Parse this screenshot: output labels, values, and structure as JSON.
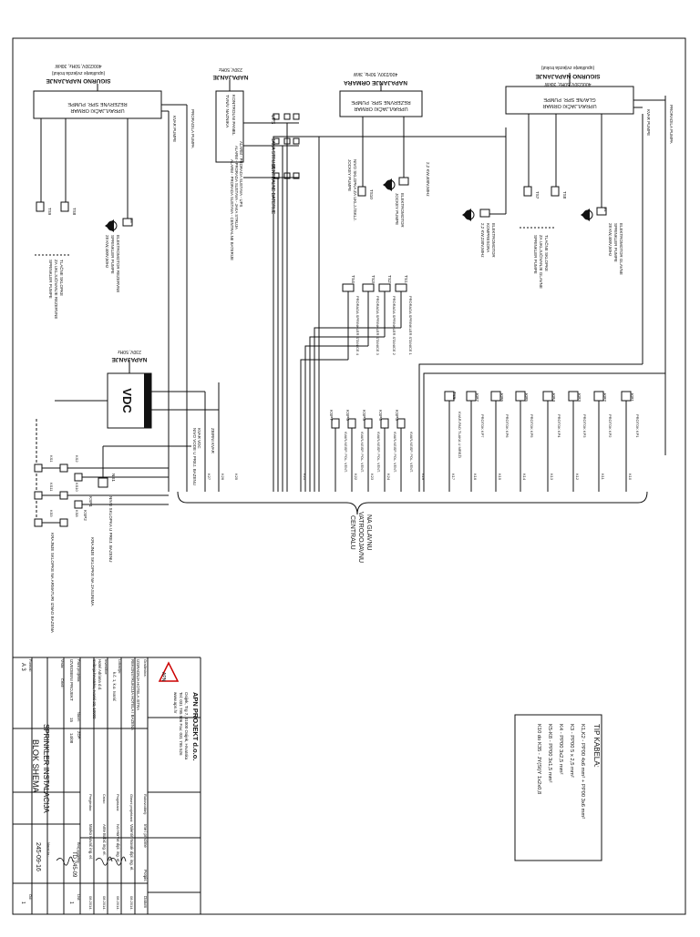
{
  "panels": {
    "main_pump": {
      "header": "SIGURNO NAPAJANJE",
      "sub1": "(upuštanje zvijezda trokut)",
      "sub2": "400/230V, 50Hz, 30kW",
      "box1": "UPRAVLJAČKI ORMAR",
      "box2": "GLAVNE SPR. PUMPE",
      "kvar": "KVAR PUMPE",
      "proradila": "PRORADILA PUMPA"
    },
    "jockey": {
      "header": "NAPAJANJE ORMARA",
      "sub2": "400/230V, 50Hz, 3kW",
      "box1": "UPRAVLJAČKI ORMAR",
      "box2": "REZERVNE SPR. PUMPE",
      "kvar": "KVAR PUMPE",
      "proradila": "PRORADILA PUMPA"
    },
    "control": {
      "header": "NAPAJANJE",
      "sub2": "230V, 50Hz",
      "box1": "KONTROLNI PANEL",
      "box2": "TVN/V NAZNIKA",
      "ups": "UPS",
      "jaka": "JAKA STRUJA",
      "bat": "CENTRALNE BATERIJE",
      "alarm1": "ALARM - PRORADA SUSTAVA - UPS",
      "alarm2": "ALARM - PRORADA SUSTAVA - JAKA STRUJA",
      "alarm3": "ALARM - PRORADA SUSTAVA - CENTRALNE BATERIJE"
    },
    "reserve_pump": {
      "header": "SIGURNO NAPAJANJE",
      "sub1": "(upuštanje zvijezda trokut)",
      "sub2": "400/230V, 50Hz, 30kW",
      "box1": "UPRAVLJAČKI ORMAR",
      "box2": "REZERVNE SPR. PUMPE",
      "kvar": "KVAR PUMPE",
      "proradila": "PRORADILA PUMPA"
    },
    "vdc": {
      "header": "NAPAJANJE",
      "sub2": "230V, 50Hz",
      "label": "VDC"
    }
  },
  "motors": {
    "main_motor": [
      "ELEKTROMOTOR GLAVNE",
      "SPRINKLER PUMPE",
      "28 KW,400V,50Hz"
    ],
    "compressor": [
      "ELEKTROMOTOR",
      "KOMPRESORA",
      "2,2 KW,230V,50Hz"
    ],
    "jockey_motor": [
      "ELEKTROMOTOR",
      "JOCKEY PUMPE"
    ],
    "jockey_note": [
      "2,2 KW,400V,50Hz"
    ],
    "reserve_motor": [
      "ELEKTROMOTOR REZERVNE",
      "SPRINKLER PUMPE",
      "28 KW,400V,50Hz"
    ],
    "tlacne_main": [
      "TLAČNE SKLOPKE",
      "ZA UKLJUČIVANJE GLAVNE",
      "SPRINKLER PUMPE"
    ],
    "tlacne_reserve": [
      "TLAČNE SKLOPKE",
      "ZA UKLJUČIVANJE REZERVNE",
      "SPRINKLER PUMPE"
    ],
    "nivo_jockey": [
      "NIVO SKLOPKA ZA UKLJ./ISKLJ.",
      "JOCKEY PUMPE"
    ]
  },
  "sensors": {
    "ts_main": [
      "TS7",
      "TS8"
    ],
    "ts_jockey": "TS10",
    "ts_reserve": [
      "TS9",
      "TS8"
    ],
    "m1": "M1",
    "m2": "M2",
    "m3": "M3",
    "ts_zones": [
      "TS4",
      "TS3",
      "TS2",
      "TS1"
    ],
    "ts_zone_labels": [
      "PRORADA SPRINKLER STANICE 4",
      "PRORADA SPRINKLER STANICE 3",
      "PRORADA SPRINKLER STANICE 2",
      "PRORADA SPRINKLER STANICE 1"
    ]
  },
  "flow_devices": {
    "kp_codes": [
      "KP1",
      "KP2",
      "KP3",
      "KP4",
      "KP5",
      "KP6",
      "KP7"
    ],
    "kp_labels": [
      "PROTOK KP1",
      "PROTOK KP2",
      "PROTOK KP3",
      "PROTOK KP4",
      "PROTOK KP5",
      "PROTOK KP6",
      "PROTOK KP7"
    ],
    "ts5": "TS5",
    "ts5_label": "KVAR-PAD TLAKA U MREŽI",
    "ksp_codes": [
      "KSP3",
      "KSP4",
      "KSP5",
      "KSP6",
      "KSP7"
    ],
    "ksp_labels": [
      "KVAR-NEISP. POL. VENT.",
      "KVAR-NEISP. POL. VENT.",
      "KVAR-NEISP. POL. VENT.",
      "KVAR-NEISP. POL. VENT.",
      "KVAR-NEISP. POL. VENT."
    ]
  },
  "vdc_side": {
    "kvar_vdc": "KVAR VDC",
    "zbirni": "ZBIRNI KVAR",
    "nivo_bazen": "NIVO VODE U PREJ. BAZENU",
    "ns1": "NS1",
    "ksp1": "KSP1",
    "ksp2": "KSP2",
    "nivo_label": "NIVO SKLOPKA U PREJ. BAZENU",
    "kraj_bazen": "KRAJNJE SKLOPKE NA ZASUNIMA",
    "kraj_armatura": "KRAJNJE SKLOPKE NA ARMATURI IZNAD BAZENA",
    "ks_codes": [
      "KS1",
      "KS2",
      "KS3",
      "KS4",
      "KS5",
      "KS6",
      "KS7",
      "KS8",
      "KS9",
      "KS10",
      "KS11",
      "KS12"
    ]
  },
  "central": {
    "line1": "NA GLAVNU",
    "line2": "VATRODOJAVNU",
    "line3": "CENTRALU"
  },
  "wire_codes": [
    "K1",
    "K2",
    "K3",
    "K4",
    "K5",
    "K6",
    "K7",
    "K8",
    "K9",
    "K10",
    "K11",
    "K12",
    "K13",
    "K14",
    "K15",
    "K16",
    "K17",
    "K18",
    "K19",
    "K20",
    "K21",
    "K22",
    "K23",
    "K24",
    "K25",
    "K26",
    "K27",
    "K28",
    "K29",
    "K30",
    "K31",
    "K32",
    "K33",
    "K34",
    "K35",
    "K36"
  ],
  "cable_legend": {
    "title": "TIP KABELA:",
    "rows": [
      "K1,K2 -  PP00  4x6 mm² + PP00  3x6 mm²",
      "K3  -  PP00  5 x 2,5 mm²",
      "K4  -  PP00  3x2,5 mm²",
      "K5-K8  -  PP00  3x1,5 mm²",
      "K10 do K35  -  JY(St)Y 1x2x0,8"
    ]
  },
  "title_block": {
    "company": "APN PROJEKT d.o.o.",
    "company_addr": "Osijek, Trg 7, 31000 Osijek, Hrvatska",
    "company_tel": "Tel: 031 795 506   Fax: 031 795 526",
    "company_web": "www.apn.hr",
    "gradevina_lbl": "Građevina:",
    "gradevina": "IZGRADNJA HOTELA ISTRA",
    "gradevina2": "REKONSTRUKCIJA HOTELA I BAZENA",
    "lokacija_lbl": "Lokacija:",
    "lokacija": "k.č. 1, k.o. Ivanić",
    "investitor_lbl": "Investitor:",
    "investitor": "Hotel Adriana d.d.",
    "investitor2": "Svibnja hrvatska, Ivanić 22, 10000",
    "faza_lbl": "Faza projekta:",
    "faza": "IZVEDBENI PROJEKT",
    "nacrt_lbl": "Nacrt:",
    "nacrt": "15",
    "zop_lbl": "ZOP:",
    "zop": "14/08",
    "vrsta_lbl": "Vrsta:",
    "vrsta": "Crtež:",
    "naslov1": "SPRINKLER INSTALACIJA",
    "naslov2": "BLOK SHEMA",
    "role_lbl": [
      "Rukovoditelj:",
      "Glavni projektant:",
      "Projektant:",
      "Crtao:",
      "Pregledao:"
    ],
    "role_names": [
      "Ime i prezime",
      "Valentin Novak dipl. ing. el.",
      "Ivo Horvat dipl. ing. el.",
      "Ante Babić ing. el.",
      "Marko Kovač ing. el."
    ],
    "col_potpis": "Potpis",
    "col_datum": "Datum",
    "dates": [
      "08.2014.",
      "08.2014.",
      "08.2014.",
      "08.2014."
    ],
    "broj_projekta_lbl": "Broj projekta:",
    "broj_projekta": "TD 245-09",
    "list_lbl": "List:",
    "list": "1",
    "nacrt_br_lbl": "Nacrt br.:",
    "nacrt_br": "245-09-16",
    "od_lbl": "Od:",
    "od": "1",
    "format_lbl": "Format:",
    "format": "A 3"
  }
}
